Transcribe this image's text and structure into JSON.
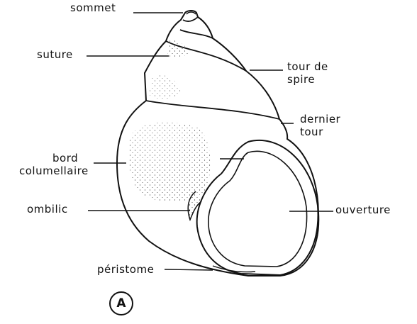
{
  "figure": {
    "panel_letter": "A",
    "labels": {
      "apex": "sommet",
      "suture": "suture",
      "spire_whorl_line1": "tour de",
      "spire_whorl_line2": "spire",
      "body_whorl_line1": "dernier",
      "body_whorl_line2": "tour",
      "columellar_lip_line1": "bord",
      "columellar_lip_line2": "columellaire",
      "umbilicus": "ombilic",
      "aperture": "ouverture",
      "peristome": "péristome"
    }
  }
}
